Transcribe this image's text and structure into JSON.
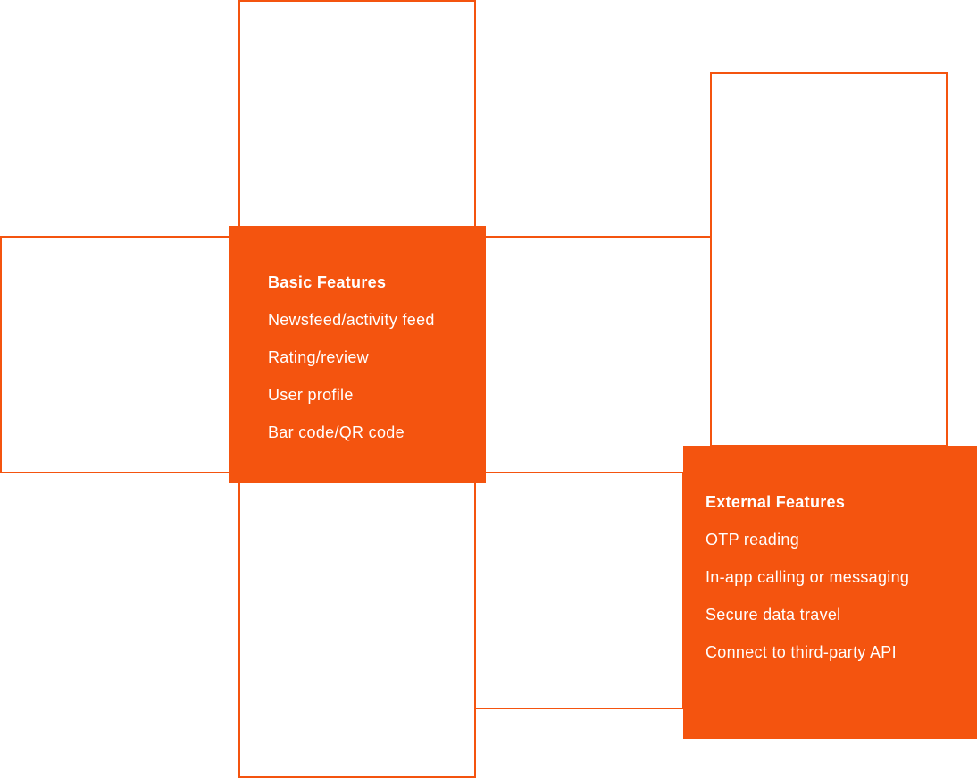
{
  "colors": {
    "accent": "#f4540f",
    "text": "#ffffff",
    "background": "#ffffff"
  },
  "basic": {
    "title": "Basic Features",
    "items": [
      "Newsfeed/activity feed",
      "Rating/review",
      "User profile",
      "Bar code/QR code"
    ]
  },
  "external": {
    "title": "External Features",
    "items": [
      "OTP reading",
      "In-app calling or messaging",
      "Secure data travel",
      "Connect to third-party API"
    ]
  }
}
